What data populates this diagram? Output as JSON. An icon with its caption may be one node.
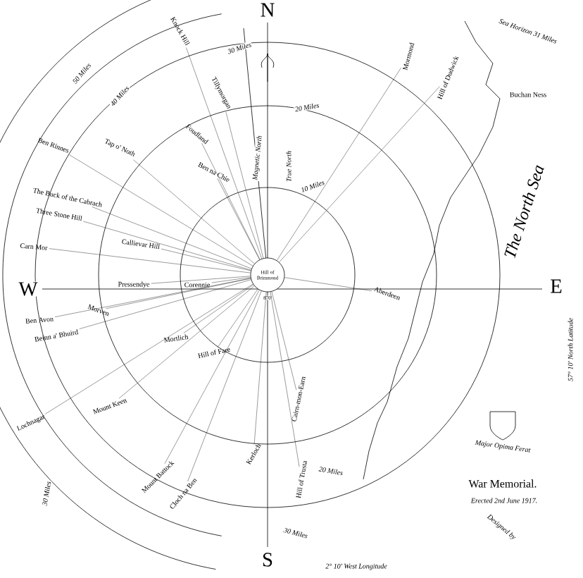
{
  "diagram": {
    "title": "War Memorial.",
    "nodes": [
      {
        "text": [
          "Hill of Brimmond"
        ],
        "beside": [
          "870'"
        ]
      },
      {
        "text": [
          "Knock Hill"
        ]
      },
      {
        "text": [
          "Ben Rinnes"
        ]
      },
      {
        "text": [
          "Tap o' Noth"
        ]
      },
      {
        "text": [
          "Tillymorgan"
        ]
      },
      {
        "text": [
          "Foudland"
        ]
      },
      {
        "text": [
          "Ben na Chie"
        ]
      },
      {
        "text": [
          "The Buck of the Cabrach"
        ]
      },
      {
        "text": [
          "Three Stone Hill"
        ]
      },
      {
        "text": [
          "Callievar Hill"
        ]
      },
      {
        "text": [
          "Carn Mor"
        ]
      },
      {
        "text": [
          "Pressendye"
        ]
      },
      {
        "text": [
          "Corennie"
        ]
      },
      {
        "text": [
          "Morven"
        ]
      },
      {
        "text": [
          "Ben Avon"
        ]
      },
      {
        "text": [
          "Beinn a' Bhuird"
        ]
      },
      {
        "text": [
          "Mortlich"
        ]
      },
      {
        "text": [
          "Hill of Fare"
        ]
      },
      {
        "text": [
          "Lochnagar"
        ]
      },
      {
        "text": [
          "Mount Keen"
        ]
      },
      {
        "text": [
          "Mount Battock"
        ]
      },
      {
        "text": [
          "Cloch na Ben"
        ]
      },
      {
        "text": [
          "Kerloch"
        ]
      },
      {
        "text": [
          "Cairn-mon-Earn"
        ]
      },
      {
        "text": [
          "Hill of Trusta"
        ]
      },
      {
        "text": [
          "Mormond"
        ]
      },
      {
        "text": [
          "Hill of Dudwick"
        ]
      },
      {
        "text": [
          "Aberdeen"
        ]
      },
      {
        "text": [
          "Buchan Ness"
        ]
      }
    ],
    "edges": [
      {
        "from": 0,
        "to": 1,
        "arrow": "none"
      },
      {
        "from": 0,
        "to": 2,
        "arrow": "none"
      },
      {
        "from": 0,
        "to": 3,
        "arrow": "none"
      },
      {
        "from": 0,
        "to": 4,
        "arrow": "none"
      },
      {
        "from": 0,
        "to": 5,
        "arrow": "none"
      },
      {
        "from": 0,
        "to": 6,
        "arrow": "none"
      },
      {
        "from": 0,
        "to": 7,
        "arrow": "none"
      },
      {
        "from": 0,
        "to": 8,
        "arrow": "none"
      },
      {
        "from": 0,
        "to": 9,
        "arrow": "none"
      },
      {
        "from": 0,
        "to": 10,
        "arrow": "none"
      },
      {
        "from": 0,
        "to": 11,
        "arrow": "none"
      },
      {
        "from": 0,
        "to": 12,
        "arrow": "none"
      },
      {
        "from": 0,
        "to": 13,
        "arrow": "none"
      },
      {
        "from": 0,
        "to": 14,
        "arrow": "none"
      },
      {
        "from": 0,
        "to": 15,
        "arrow": "none"
      },
      {
        "from": 0,
        "to": 16,
        "arrow": "none"
      },
      {
        "from": 0,
        "to": 17,
        "arrow": "none"
      },
      {
        "from": 0,
        "to": 18,
        "arrow": "none"
      },
      {
        "from": 0,
        "to": 19,
        "arrow": "none"
      },
      {
        "from": 0,
        "to": 20,
        "arrow": "none"
      },
      {
        "from": 0,
        "to": 21,
        "arrow": "none"
      },
      {
        "from": 0,
        "to": 22,
        "arrow": "none"
      },
      {
        "from": 0,
        "to": 23,
        "arrow": "none"
      },
      {
        "from": 0,
        "to": 24,
        "arrow": "none"
      },
      {
        "from": 0,
        "to": 25,
        "arrow": "none"
      },
      {
        "from": 0,
        "to": 26,
        "arrow": "none"
      },
      {
        "from": 0,
        "to": 27,
        "arrow": "none"
      }
    ],
    "labels": [
      "N",
      "W",
      "E",
      "S",
      "50 Miles",
      "40 Miles",
      "30 Miles",
      "20 Miles",
      "10 Miles",
      "True North",
      "Magnetic North",
      "Sea Horizon 31 Miles",
      "The North Sea",
      "57° 10' North Latitude",
      "20 Miles",
      "30 Miles",
      "30 Miles",
      "2° 10' West Longitude",
      "Major Opima Ferat",
      "Erected 2nd June 1917.",
      "Designed by"
    ]
  }
}
